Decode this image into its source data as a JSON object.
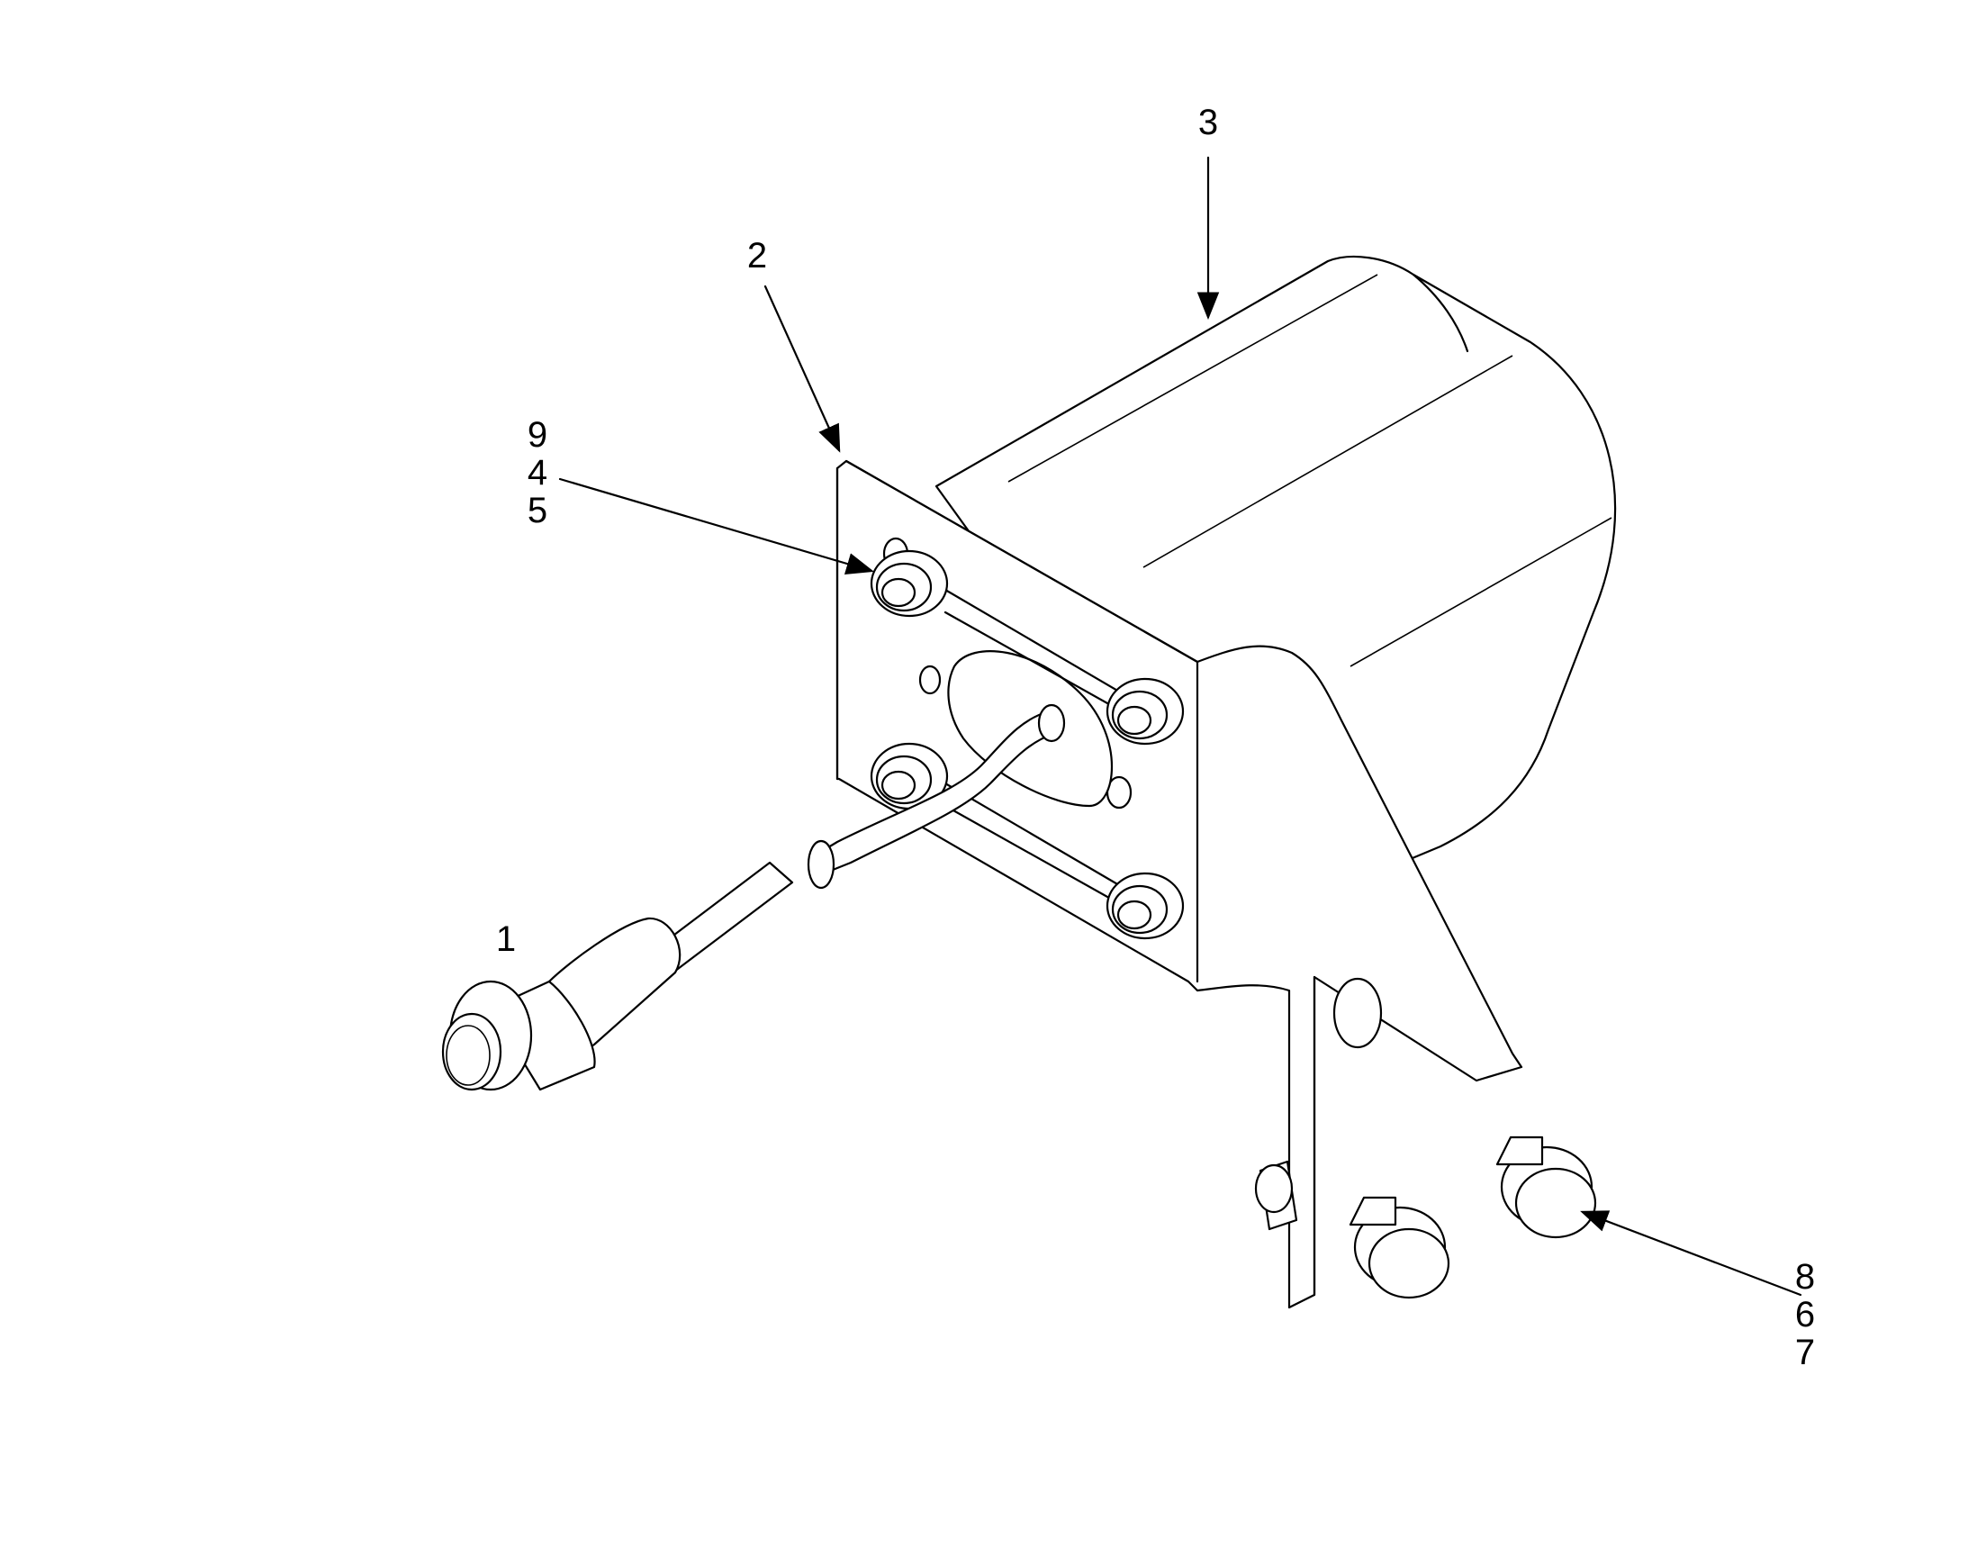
{
  "callouts": {
    "c1": "1",
    "c2": "2",
    "c3": "3",
    "group_945": [
      "9",
      "4",
      "5"
    ],
    "group_867": [
      "8",
      "6",
      "7"
    ]
  }
}
